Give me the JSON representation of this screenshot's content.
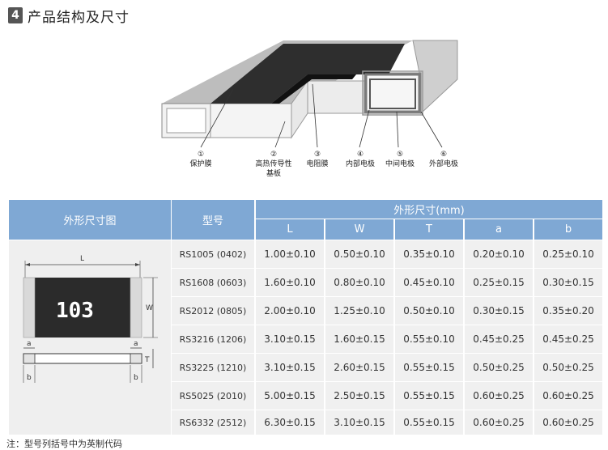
{
  "section": {
    "number": "4",
    "title": "产品结构及尺寸"
  },
  "diagram": {
    "callouts": [
      {
        "num": "①",
        "label": "保护膜"
      },
      {
        "num": "②",
        "label": "高热传导性",
        "label2": "基板"
      },
      {
        "num": "③",
        "label": "电阻膜"
      },
      {
        "num": "④",
        "label": "内部电极"
      },
      {
        "num": "⑤",
        "label": "中间电极"
      },
      {
        "num": "⑥",
        "label": "外部电极"
      }
    ]
  },
  "table": {
    "header_outline": "外形尺寸图",
    "header_model": "型号",
    "header_dims": "外形尺寸(mm)",
    "columns": [
      "L",
      "W",
      "T",
      "a",
      "b"
    ],
    "rows": [
      {
        "model": "RS1005 (0402)",
        "values": [
          "1.00±0.10",
          "0.50±0.10",
          "0.35±0.10",
          "0.20±0.10",
          "0.25±0.10"
        ]
      },
      {
        "model": "RS1608 (0603)",
        "values": [
          "1.60±0.10",
          "0.80±0.10",
          "0.45±0.10",
          "0.25±0.15",
          "0.30±0.15"
        ]
      },
      {
        "model": "RS2012 (0805)",
        "values": [
          "2.00±0.10",
          "1.25±0.10",
          "0.50±0.10",
          "0.30±0.15",
          "0.35±0.20"
        ]
      },
      {
        "model": "RS3216 (1206)",
        "values": [
          "3.10±0.15",
          "1.60±0.15",
          "0.55±0.10",
          "0.45±0.25",
          "0.45±0.25"
        ]
      },
      {
        "model": "RS3225 (1210)",
        "values": [
          "3.10±0.15",
          "2.60±0.15",
          "0.55±0.15",
          "0.50±0.25",
          "0.50±0.25"
        ]
      },
      {
        "model": "RS5025 (2010)",
        "values": [
          "5.00±0.15",
          "2.50±0.15",
          "0.55±0.15",
          "0.60±0.25",
          "0.60±0.25"
        ]
      },
      {
        "model": "RS6332 (2512)",
        "values": [
          "6.30±0.15",
          "3.10±0.15",
          "0.55±0.15",
          "0.60±0.25",
          "0.60±0.25"
        ]
      }
    ]
  },
  "outline_drawing": {
    "marking": "103",
    "dim_L": "L",
    "dim_W": "W",
    "dim_T": "T",
    "dim_a": "a",
    "dim_b": "b"
  },
  "note": "注：型号列括号中为英制代码"
}
